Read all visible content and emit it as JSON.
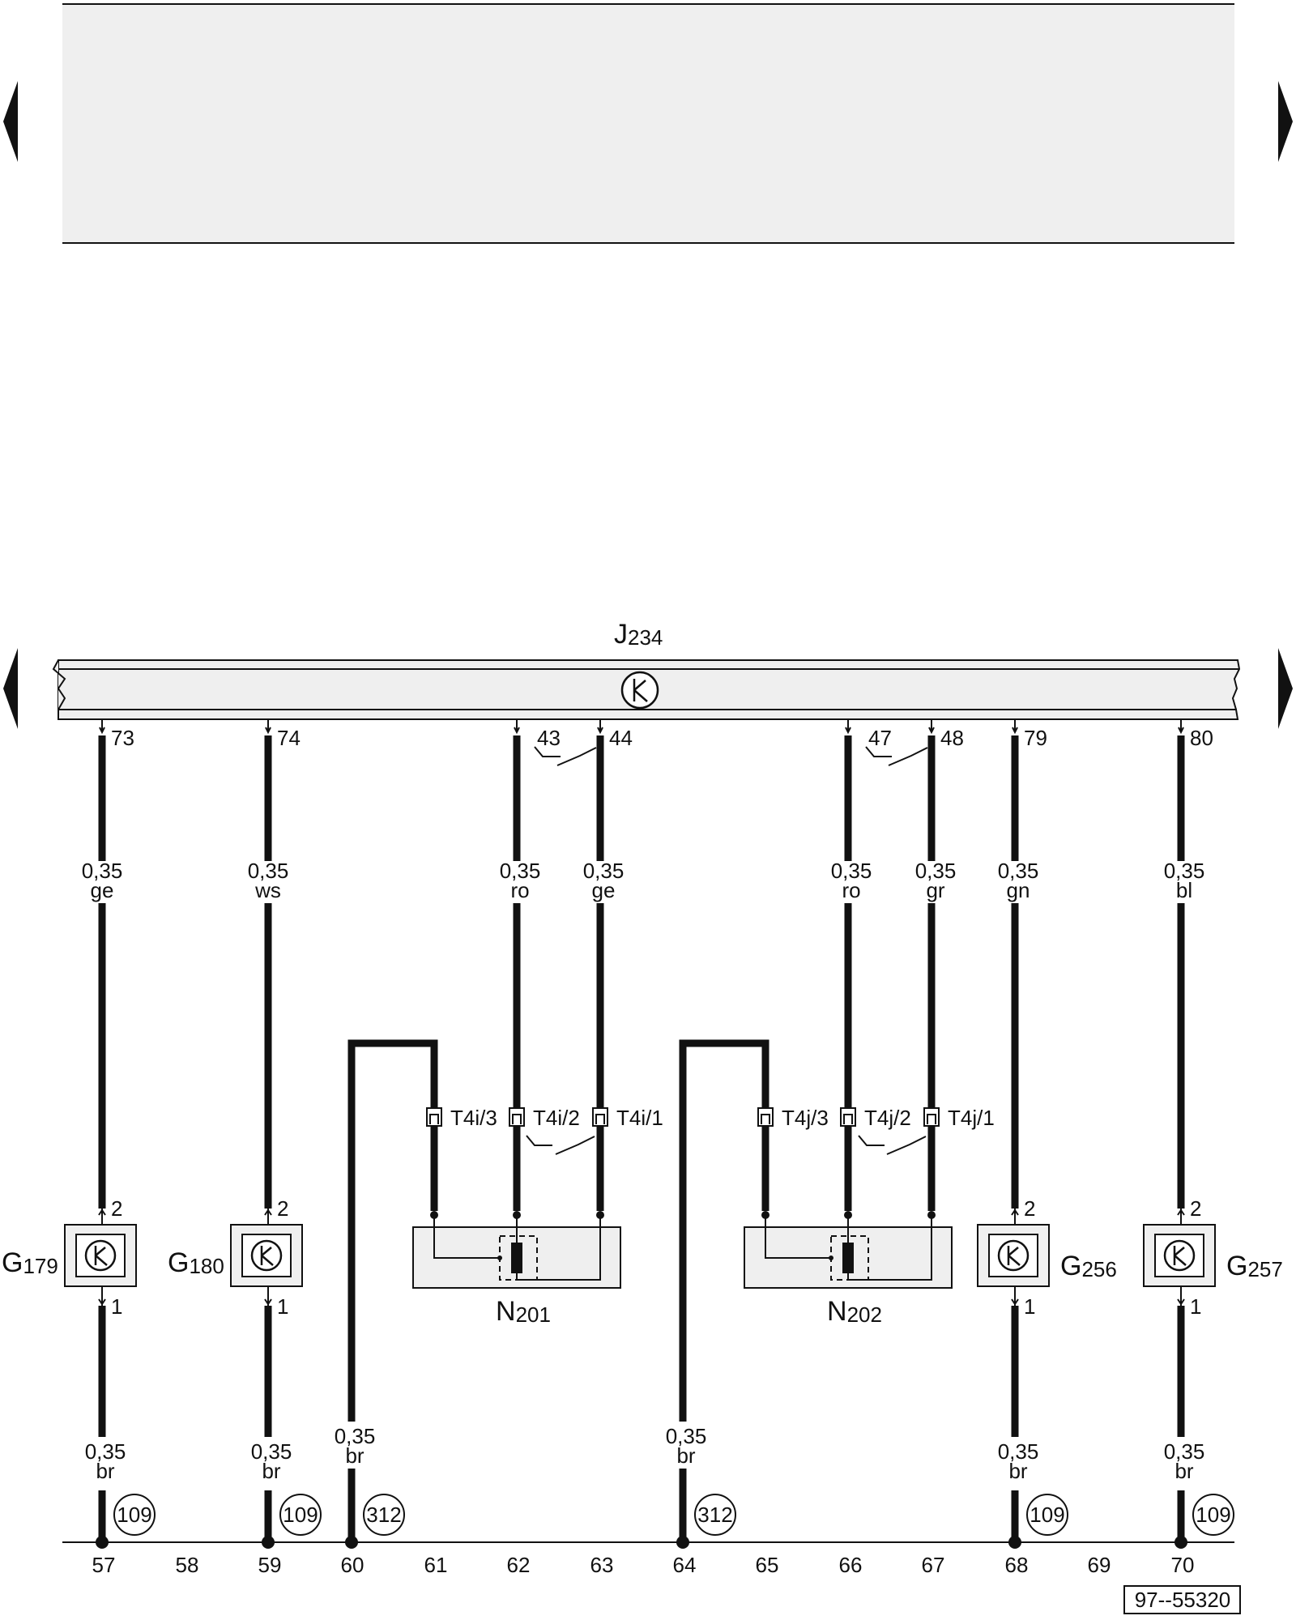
{
  "control_unit": {
    "name": "J",
    "subscript": "234"
  },
  "pins_top": [
    "73",
    "74",
    "43",
    "44",
    "47",
    "48",
    "79",
    "80"
  ],
  "wires": [
    {
      "size": "0,35",
      "color": "ge"
    },
    {
      "size": "0,35",
      "color": "ws"
    },
    {
      "size": "0,35",
      "color": "ro"
    },
    {
      "size": "0,35",
      "color": "ge"
    },
    {
      "size": "0,35",
      "color": "ro"
    },
    {
      "size": "0,35",
      "color": "gr"
    },
    {
      "size": "0,35",
      "color": "gn"
    },
    {
      "size": "0,35",
      "color": "bl"
    }
  ],
  "connectors": [
    "T4i/3",
    "T4i/2",
    "T4i/1",
    "T4j/3",
    "T4j/2",
    "T4j/1"
  ],
  "sensors": [
    {
      "name": "G",
      "subscript": "179",
      "pin_top": "2",
      "pin_bottom": "1"
    },
    {
      "name": "G",
      "subscript": "180",
      "pin_top": "2",
      "pin_bottom": "1"
    },
    {
      "name": "G",
      "subscript": "256",
      "pin_top": "2",
      "pin_bottom": "1"
    },
    {
      "name": "G",
      "subscript": "257",
      "pin_top": "2",
      "pin_bottom": "1"
    }
  ],
  "valves": [
    {
      "name": "N",
      "subscript": "201"
    },
    {
      "name": "N",
      "subscript": "202"
    }
  ],
  "ground_wires": [
    {
      "size": "0,35",
      "color": "br",
      "ref": "109"
    },
    {
      "size": "0,35",
      "color": "br",
      "ref": "109"
    },
    {
      "size": "0,35",
      "color": "br",
      "ref": "312"
    },
    {
      "size": "0,35",
      "color": "br",
      "ref": "312"
    },
    {
      "size": "0,35",
      "color": "br",
      "ref": "109"
    },
    {
      "size": "0,35",
      "color": "br",
      "ref": "109"
    }
  ],
  "track_numbers": [
    "57",
    "58",
    "59",
    "60",
    "61",
    "62",
    "63",
    "64",
    "65",
    "66",
    "67",
    "68",
    "69",
    "70"
  ],
  "footer_code": "97--55320"
}
